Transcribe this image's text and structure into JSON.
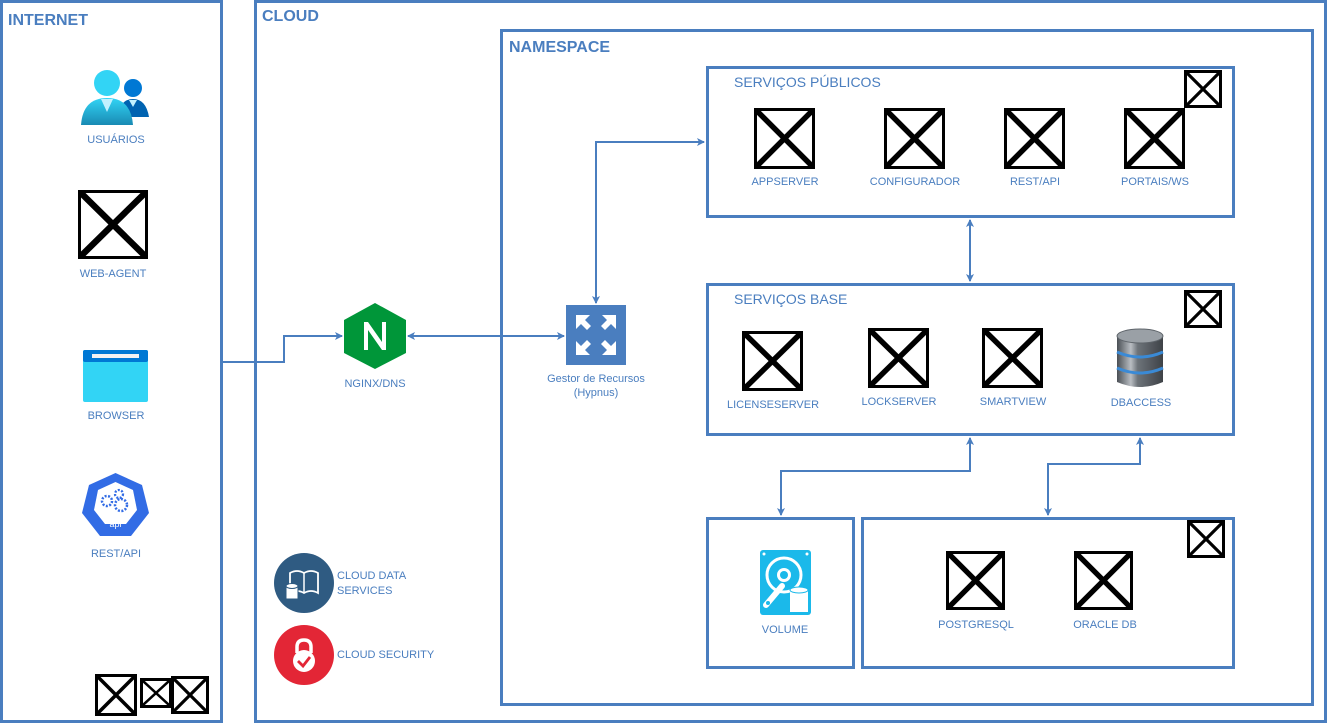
{
  "zones": {
    "internet": "INTERNET",
    "cloud": "CLOUD",
    "namespace": "NAMESPACE"
  },
  "internet_items": [
    {
      "label": "USUÁRIOS",
      "icon": "users-icon"
    },
    {
      "label": "WEB-AGENT",
      "icon": "broken-image-icon"
    },
    {
      "label": "BROWSER",
      "icon": "browser-window-icon"
    },
    {
      "label": "REST/API",
      "icon": "api-gears-icon"
    }
  ],
  "cloud_items": {
    "nginx": {
      "label": "NGINX/DNS",
      "icon": "nginx-icon"
    },
    "gestor": {
      "label_line1": "Gestor de Recursos",
      "label_line2": "(Hypnus)",
      "icon": "resize-arrows-icon"
    },
    "cloud_data": {
      "label_line1": "CLOUD DATA",
      "label_line2": "SERVICES",
      "icon": "cloud-data-services-icon"
    },
    "cloud_security": {
      "label": "CLOUD SECURITY",
      "icon": "cloud-security-lock-icon"
    }
  },
  "servicos_publicos": {
    "title": "SERVIÇOS PÚBLICOS",
    "items": [
      "APPSERVER",
      "CONFIGURADOR",
      "REST/API",
      "PORTAIS/WS"
    ]
  },
  "servicos_base": {
    "title": "SERVIÇOS BASE",
    "items": [
      "LICENSESERVER",
      "LOCKSERVER",
      "SMARTVIEW",
      "DBACCESS"
    ]
  },
  "storage": {
    "volume": "VOLUME",
    "databases": [
      "POSTGRESQL",
      "ORACLE DB"
    ]
  },
  "colors": {
    "accent": "#4a7ebf",
    "nginx_green": "#009639",
    "security_red": "#e32636",
    "data_blue": "#2f5b82"
  }
}
